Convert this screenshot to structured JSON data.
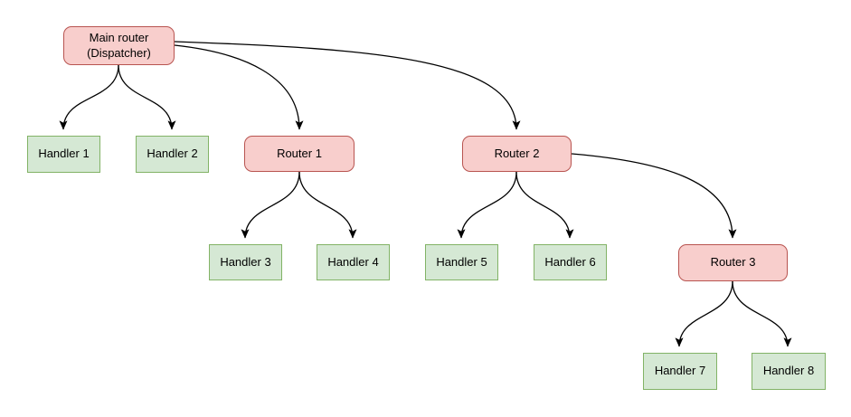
{
  "diagram": {
    "colors": {
      "router_fill": "#f8cecc",
      "router_border": "#b85450",
      "handler_fill": "#d5e8d4",
      "handler_border": "#82b366",
      "edge_color": "#000000"
    },
    "nodes": {
      "main_router": {
        "label": "Main router\n(Dispatcher)",
        "type": "router"
      },
      "router_1": {
        "label": "Router 1",
        "type": "router"
      },
      "router_2": {
        "label": "Router 2",
        "type": "router"
      },
      "router_3": {
        "label": "Router 3",
        "type": "router"
      },
      "handler_1": {
        "label": "Handler 1",
        "type": "handler"
      },
      "handler_2": {
        "label": "Handler 2",
        "type": "handler"
      },
      "handler_3": {
        "label": "Handler 3",
        "type": "handler"
      },
      "handler_4": {
        "label": "Handler 4",
        "type": "handler"
      },
      "handler_5": {
        "label": "Handler 5",
        "type": "handler"
      },
      "handler_6": {
        "label": "Handler 6",
        "type": "handler"
      },
      "handler_7": {
        "label": "Handler 7",
        "type": "handler"
      },
      "handler_8": {
        "label": "Handler 8",
        "type": "handler"
      }
    },
    "edges": [
      {
        "from": "main_router",
        "to": "handler_1"
      },
      {
        "from": "main_router",
        "to": "handler_2"
      },
      {
        "from": "main_router",
        "to": "router_1"
      },
      {
        "from": "main_router",
        "to": "router_2"
      },
      {
        "from": "router_1",
        "to": "handler_3"
      },
      {
        "from": "router_1",
        "to": "handler_4"
      },
      {
        "from": "router_2",
        "to": "handler_5"
      },
      {
        "from": "router_2",
        "to": "handler_6"
      },
      {
        "from": "router_2",
        "to": "router_3"
      },
      {
        "from": "router_3",
        "to": "handler_7"
      },
      {
        "from": "router_3",
        "to": "handler_8"
      }
    ]
  }
}
